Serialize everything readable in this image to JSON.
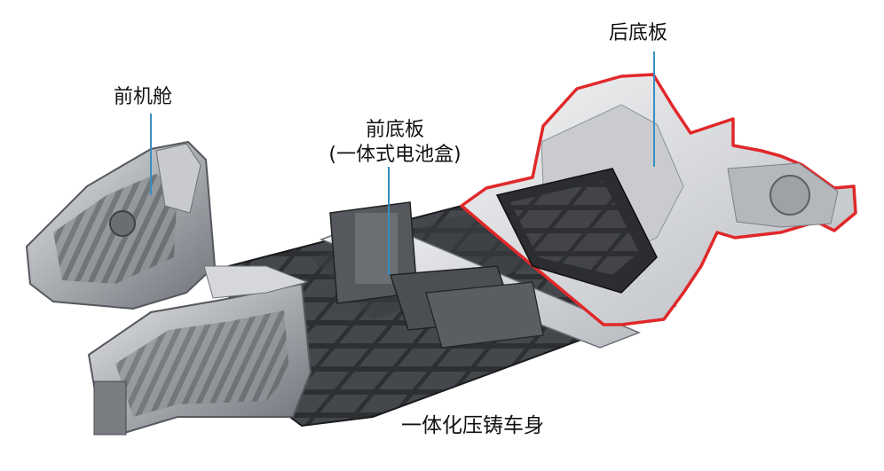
{
  "labels": {
    "front_cabin": "前机舱",
    "front_floor_line1": "前底板",
    "front_floor_line2": "(一体式电池盒)",
    "rear_floor": "后底板",
    "body": "一体化压铸车身"
  },
  "colors": {
    "highlight_outline": "#e0282a",
    "leader_line": "#3a8ec0",
    "label_text": "#111111"
  }
}
